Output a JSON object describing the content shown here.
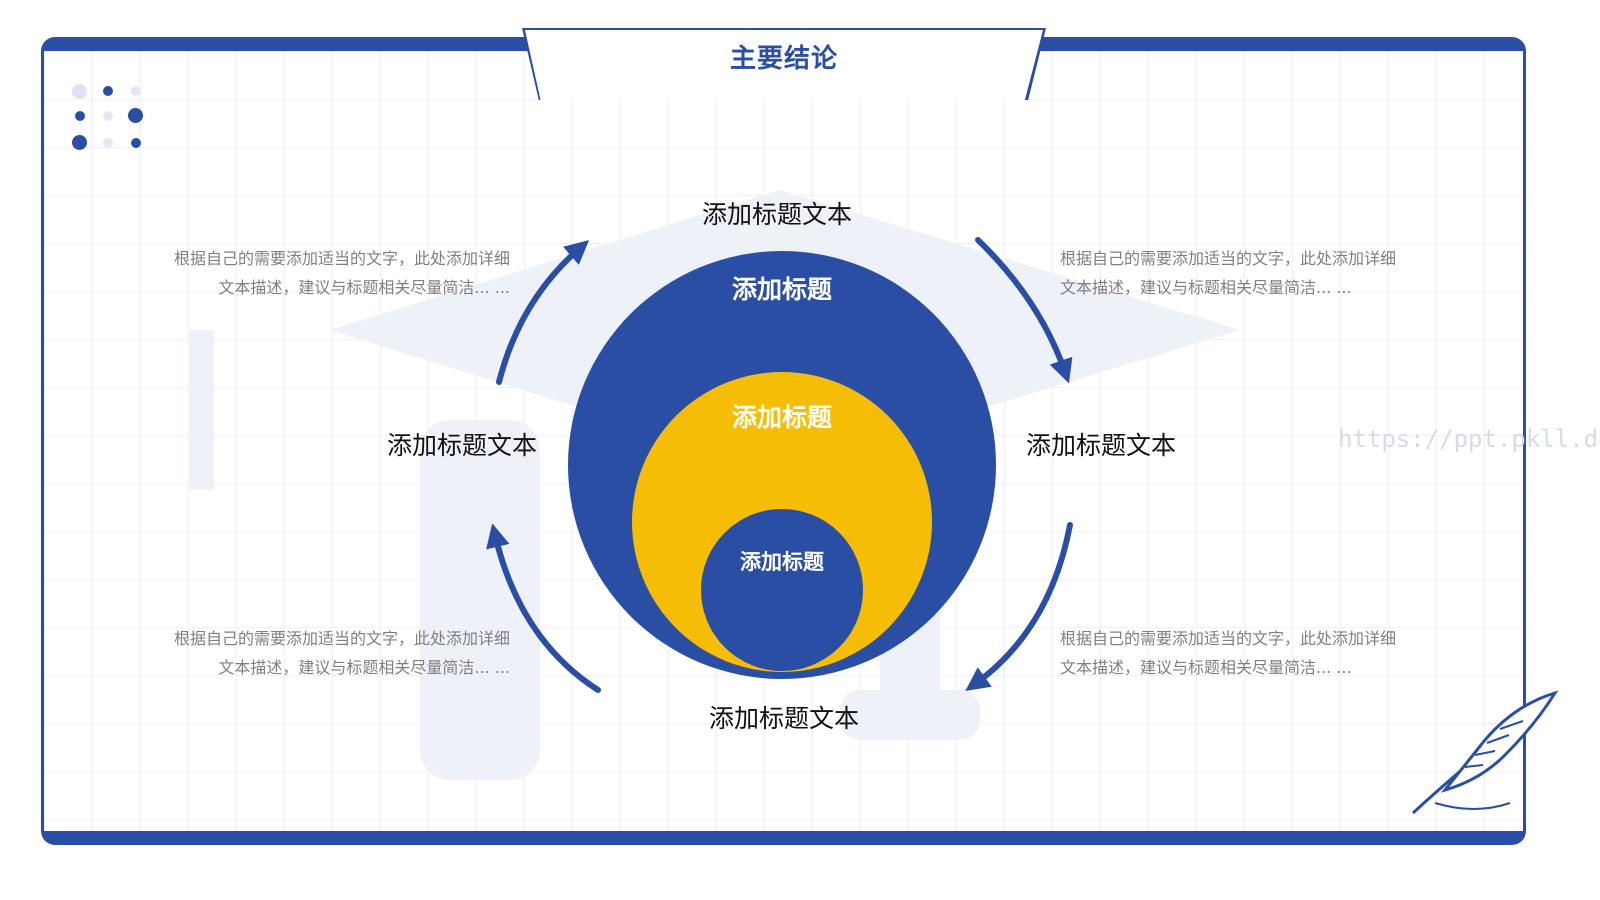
{
  "header": {
    "title": "主要结论"
  },
  "watermark": "https://ppt.pkll.de",
  "colors": {
    "primary": "#2a4ea3",
    "accent": "#f5bd05",
    "muted_text": "#7f7f7f"
  },
  "center": {
    "outer_label": "添加标题",
    "middle_label": "添加标题",
    "inner_label": "添加标题"
  },
  "cycle_labels": {
    "top": "添加标题文本",
    "right": "添加标题文本",
    "bottom": "添加标题文本",
    "left": "添加标题文本"
  },
  "descriptions": {
    "top_left": {
      "line1": "根据自己的需要添加适当的文字，此处添加详细",
      "line2": "文本描述，建议与标题相关尽量简洁... ..."
    },
    "top_right": {
      "line1": "根据自己的需要添加适当的文字，此处添加详细",
      "line2": "文本描述，建议与标题相关尽量简洁... ..."
    },
    "bottom_left": {
      "line1": "根据自己的需要添加适当的文字，此处添加详细",
      "line2": "文本描述，建议与标题相关尽量简洁... ..."
    },
    "bottom_right": {
      "line1": "根据自己的需要添加适当的文字，此处添加详细",
      "line2": "文本描述，建议与标题相关尽量简洁... ..."
    }
  },
  "decorations": {
    "corner_icon": "feather-quill-icon",
    "dots": "dot-grid-icon",
    "background": "graduation-cap-icon"
  }
}
